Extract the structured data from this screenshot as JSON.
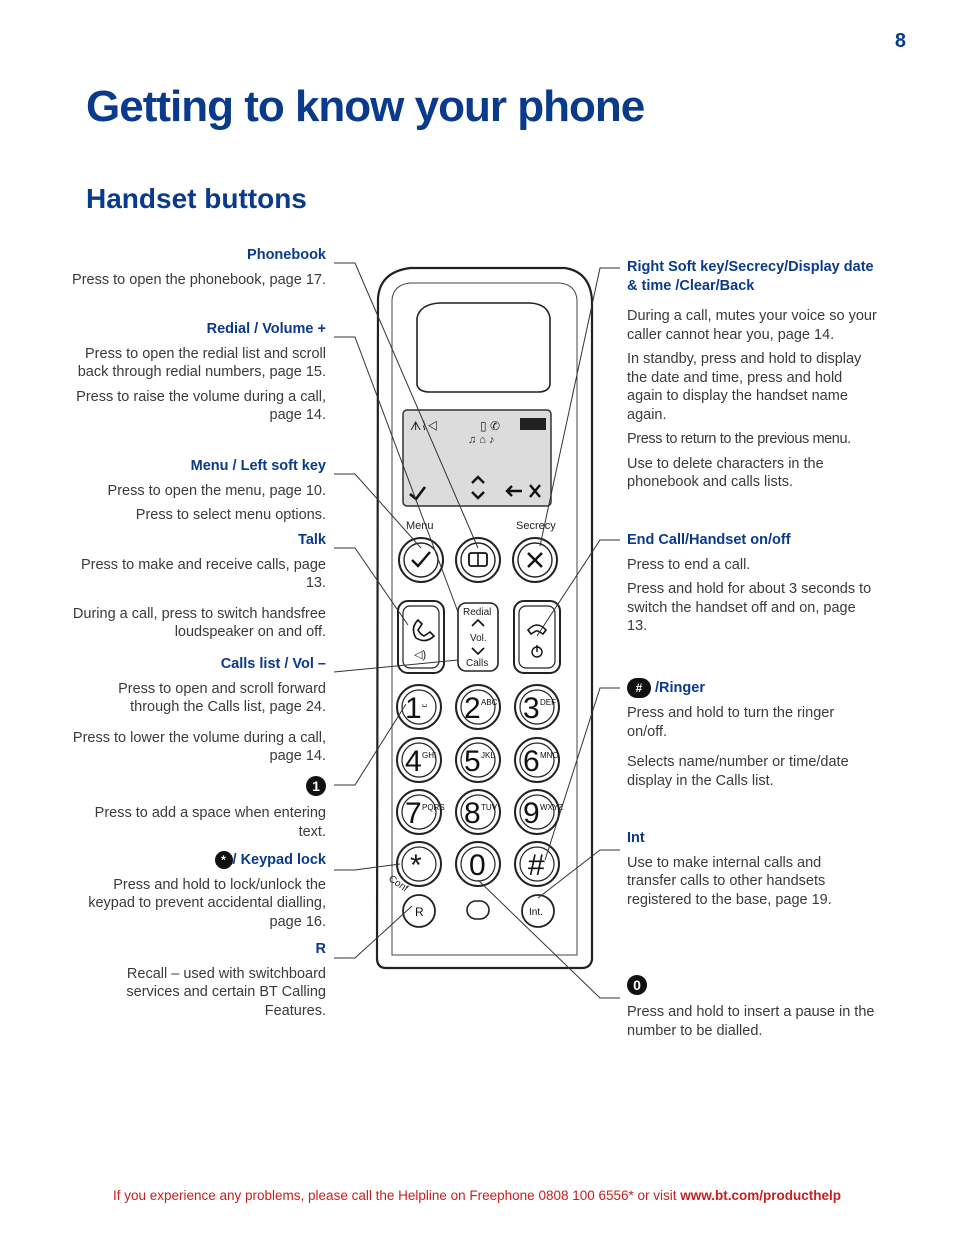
{
  "page_number": "8",
  "title": "Getting to know your phone",
  "section": "Handset buttons",
  "left": [
    {
      "heading": "Phonebook",
      "desc": [
        "Press to open the phonebook, page 17."
      ]
    },
    {
      "heading": "Redial / Volume +",
      "desc": [
        "Press to open the redial list and scroll back through redial numbers, page 15.",
        "Press to raise the volume during a call, page 14."
      ]
    },
    {
      "heading": "Menu / Left soft key",
      "desc": [
        "Press to open the menu, page 10.",
        "Press to select menu options."
      ]
    },
    {
      "heading": "Talk",
      "desc": [
        "Press to make and receive calls, page 13.",
        "During a call, press to switch handsfree loudspeaker on and off."
      ]
    },
    {
      "heading": "Calls list / Vol –",
      "desc": [
        "Press to open and scroll forward through the Calls list, page 24.",
        "Press to lower the volume during a call, page 14."
      ]
    },
    {
      "heading": "",
      "icon": "1",
      "desc": [
        "Press to add a space when entering text."
      ]
    },
    {
      "heading": "/ Keypad lock",
      "icon": "*",
      "desc": [
        "Press and hold to lock/unlock the keypad to prevent accidental dialling, page 16."
      ]
    },
    {
      "heading": "R",
      "desc": [
        "Recall – used with switchboard services and certain BT Calling Features."
      ]
    }
  ],
  "right": [
    {
      "heading": "Right Soft key/Secrecy/Display date & time /Clear/Back",
      "desc": [
        "During a call, mutes your voice so your caller cannot hear you, page 14.",
        "In standby, press and hold to display the date and time, press and hold again to display the handset name again.",
        "Press to return to the previous menu.",
        "Use to delete characters in the phonebook and calls lists."
      ]
    },
    {
      "heading": "End Call/Handset on/off",
      "desc": [
        "Press to end a call.",
        "Press and hold for about 3 seconds to switch the handset off and on, page 13."
      ]
    },
    {
      "heading": "/Ringer",
      "icon": "#",
      "desc": [
        "Press and hold to turn the ringer on/off.",
        "Selects name/number or time/date display in the Calls list."
      ]
    },
    {
      "heading": "Int",
      "desc": [
        "Use to make internal calls and transfer calls to other handsets registered to the base, page 19."
      ]
    },
    {
      "heading": "",
      "icon": "0",
      "desc": [
        "Press and hold to insert a pause in the number to be dialled."
      ]
    }
  ],
  "phone": {
    "softkey_left": "Menu",
    "softkey_right": "Secrecy",
    "redial": "Redial",
    "vol": "Vol.",
    "calls": "Calls",
    "conf": "Conf",
    "r_key": "R",
    "int_key": "Int.",
    "keys": [
      {
        "digit": "1",
        "letters": "␣"
      },
      {
        "digit": "2",
        "letters": "ABC"
      },
      {
        "digit": "3",
        "letters": "DEF"
      },
      {
        "digit": "4",
        "letters": "GHI"
      },
      {
        "digit": "5",
        "letters": "JKL"
      },
      {
        "digit": "6",
        "letters": "MNO"
      },
      {
        "digit": "7",
        "letters": "PQRS"
      },
      {
        "digit": "8",
        "letters": "TUV"
      },
      {
        "digit": "9",
        "letters": "WXYZ"
      },
      {
        "digit": "*",
        "letters": ""
      },
      {
        "digit": "0",
        "letters": ""
      },
      {
        "digit": "#",
        "letters": ""
      }
    ]
  },
  "footer": {
    "text": "If you experience any problems, please call the Helpline on Freephone 0808 100 6556* or visit ",
    "link": "www.bt.com/producthelp"
  },
  "colors": {
    "heading": "#0a3a8c",
    "footer": "#c81e1e"
  }
}
